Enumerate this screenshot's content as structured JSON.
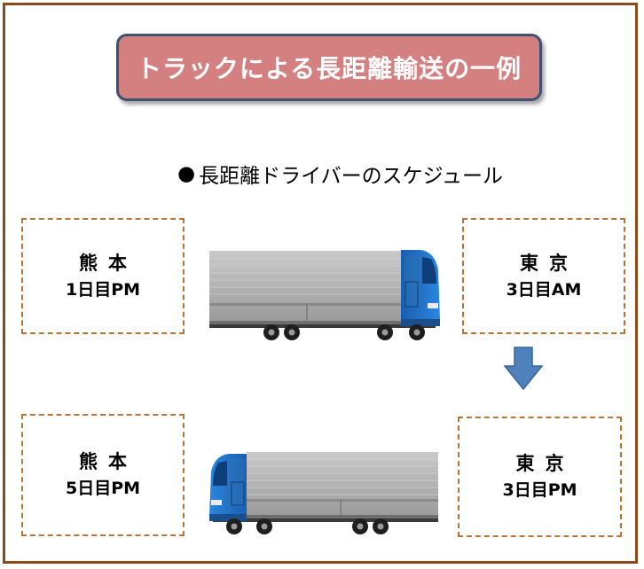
{
  "title": "トラックによる長距離輸送の一例",
  "subtitle": {
    "bullet": "●",
    "text": "長距離ドライバーのスケジュール"
  },
  "stops": {
    "kumamoto_start": {
      "city": "熊本",
      "time": "1日目PM"
    },
    "tokyo_arrive": {
      "city": "東京",
      "time": "3日目AM"
    },
    "tokyo_depart": {
      "city": "東京",
      "time": "3日目PM"
    },
    "kumamoto_end": {
      "city": "熊本",
      "time": "5日目PM"
    }
  },
  "colors": {
    "title_fill": "#d48080",
    "title_border": "#3d5273",
    "frame_border": "#8b4a1a",
    "box_border": "#b87438",
    "truck_cab": "#1f6fc8",
    "trailer": "#a8a8a8",
    "arrow": "#4f81bd"
  },
  "icons": [
    "truck-icon",
    "truck-icon",
    "arrow-down-icon"
  ]
}
